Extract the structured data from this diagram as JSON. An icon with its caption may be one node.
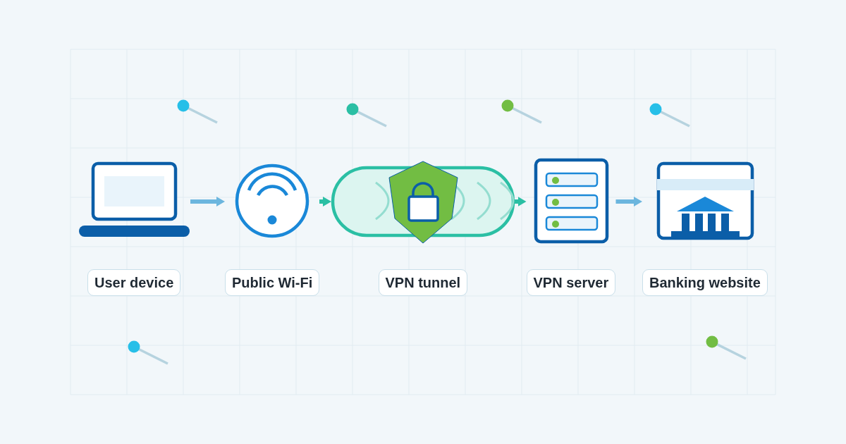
{
  "diagram": {
    "nodes": [
      {
        "text": [
          "User device"
        ]
      },
      {
        "text": [
          "Public Wi-Fi"
        ]
      },
      {
        "text": [
          "VPN tunnel"
        ]
      },
      {
        "text": [
          "VPN server"
        ]
      },
      {
        "text": [
          "Banking website"
        ]
      }
    ],
    "edges": [
      {
        "from": 0,
        "to": 1,
        "arrow": "to"
      },
      {
        "from": 1,
        "to": 2,
        "arrow": "to",
        "color": "#2bbfa4"
      },
      {
        "from": 2,
        "to": 3,
        "arrow": "to",
        "color": "#2bbfa4"
      },
      {
        "from": 3,
        "to": 4,
        "arrow": "to"
      }
    ]
  }
}
